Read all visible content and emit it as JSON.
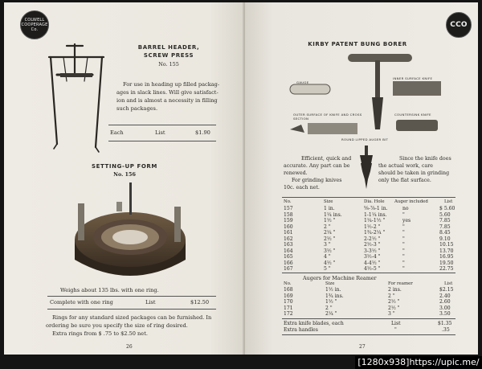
{
  "left_page": {
    "logo": {
      "line1": "COLWELL",
      "line2": "COOPERAGE",
      "line3": "Co."
    },
    "barrel_header": {
      "title": "BARREL HEADER,",
      "subtitle": "SCREW PRESS",
      "number": "No. 155",
      "description": [
        "For use in heading up filled packag-",
        "ages in slack lines.  Will give satisfact-",
        "ion and is almost a necessity in filling",
        "such packages."
      ],
      "price_row": {
        "item": "Each",
        "label": "List",
        "price": "$1.90"
      }
    },
    "setting_up_form": {
      "title": "SETTING-UP FORM",
      "number": "No. 156",
      "weight_note": "Weighs about 135 lbs. with one ring.",
      "price_row": {
        "item": "Complete with one ring",
        "label": "List",
        "price": "$12.50"
      },
      "notes": [
        "Rings for any standard sized packages can be furnished.  In",
        "ordering be sure you specify the size of ring desired.",
        "Extra rings from $ .75 to $2.50 net."
      ]
    },
    "page_number": "26"
  },
  "right_page": {
    "logo": {
      "text": "CCO"
    },
    "title": "KIRBY PATENT BUNG BORER",
    "captions": {
      "gauge": "GAUGE",
      "inner_knife": "INNER SURFACE KNIFE",
      "outer_knife": "OUTER SURFACE OF KNIFE AND CROSS SECTION",
      "countersink": "COUNTERSINK KNIFE",
      "auger": "ROUND LIPPED AUGER BIT"
    },
    "description_left": [
      "Efficient, quick and",
      "accurate.  Any part can be",
      "renewed.",
      "For grinding knives",
      "10c. each net."
    ],
    "description_right": [
      "Since the knife does",
      "the actual work, care",
      "should be taken in grinding",
      "only the flat surface."
    ],
    "table_headers": [
      "No.",
      "Size",
      "Dia. Hole",
      "Auger included",
      "List"
    ],
    "table_rows": [
      [
        "157",
        "1   in.",
        "⅝-⅞-1 in.",
        "no",
        "$ 5.60"
      ],
      [
        "158",
        "1¼ ins.",
        "1-1¼ ins.",
        "\"",
        "5.60"
      ],
      [
        "159",
        "1½  \"",
        "1¼-1½ \"",
        "yes",
        "7.85"
      ],
      [
        "160",
        "2   \"",
        "1½-2 \"",
        "\"",
        "7.85"
      ],
      [
        "161",
        "2¼  \"",
        "1¾-2¼ \"",
        "\"",
        "8.45"
      ],
      [
        "162",
        "2½  \"",
        "2-2½ \"",
        "\"",
        "9.10"
      ],
      [
        "163",
        "3   \"",
        "2½-3 \"",
        "\"",
        "10.15"
      ],
      [
        "164",
        "3½  \"",
        "3-3½ \"",
        "\"",
        "13.70"
      ],
      [
        "165",
        "4   \"",
        "3½-4 \"",
        "\"",
        "16.95"
      ],
      [
        "166",
        "4½  \"",
        "4-4½ \"",
        "\"",
        "19.50"
      ],
      [
        "167",
        "5   \"",
        "4½-5 \"",
        "\"",
        "22.75"
      ]
    ],
    "reamer_title": "Augers for Machine Reamer",
    "reamer_headers": [
      "No.",
      "Size",
      "For reamer",
      "List"
    ],
    "reamer_rows": [
      [
        "168",
        "1½ in.",
        "2  ins.",
        "$2.15"
      ],
      [
        "169",
        "1¾ ins.",
        "2  \"",
        "2.40"
      ],
      [
        "170",
        "1½  \"",
        "2½ \"",
        "2.60"
      ],
      [
        "171",
        "2   \"",
        "2½ \"",
        "3.00"
      ],
      [
        "172",
        "2¼  \"",
        "3  \"",
        "3.50"
      ]
    ],
    "extras": [
      {
        "item": "Extra knife blades, each",
        "label": "List",
        "price": "$1.35"
      },
      {
        "item": "Extra handles",
        "label": "\"",
        "price": ".35"
      }
    ],
    "page_number": "27"
  },
  "watermark": "[1280x938]https://upic.me/"
}
